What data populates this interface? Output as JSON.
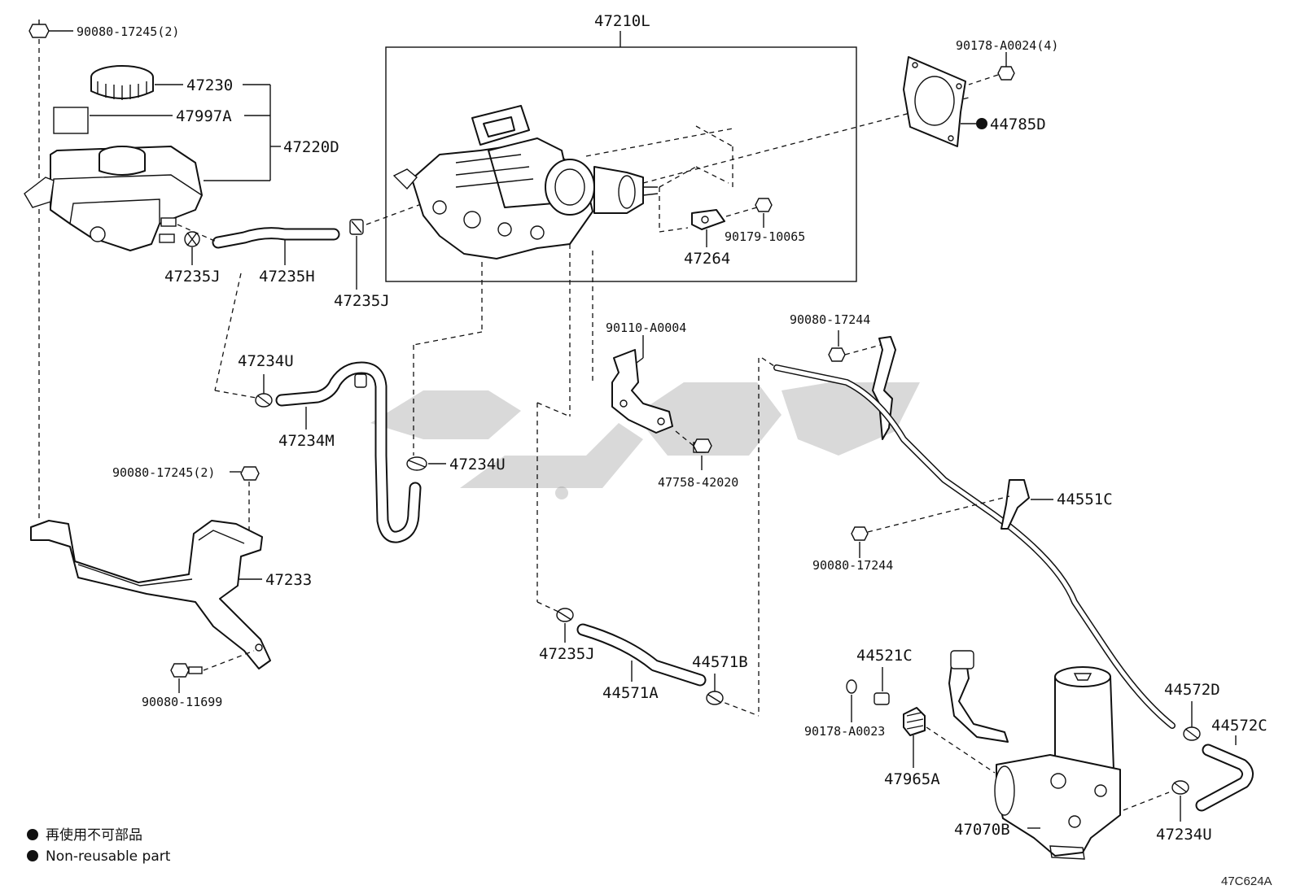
{
  "diagram": {
    "labels": {
      "bolt_top": "90080-17245(2)",
      "cap": "47230",
      "label_plate": "47997A",
      "reservoir_sub": "47220D",
      "clip_left": "47235J",
      "hose_h": "47235H",
      "clip_mid": "47235J",
      "actuator_box": "47210L",
      "nut_4": "90178-A0024(4)",
      "gasket": "44785D",
      "bracket_47264": "47264",
      "nut_10065": "90179-10065",
      "clip_234u_upper": "47234U",
      "hose_234m": "47234M",
      "clip_234u_mid": "47234U",
      "bolt_a0004": "90110-A0004",
      "bolt_42020": "47758-42020",
      "nut_17244_upper": "90080-17244",
      "tube_44551c": "44551C",
      "nut_17244_lower": "90080-17244",
      "bolt_bracket": "90080-17245(2)",
      "bracket_47233": "47233",
      "bolt_11699": "90080-11699",
      "clip_235j_lower": "47235J",
      "hose_44571a": "44571A",
      "clip_44571b": "44571B",
      "bolt_44521c": "44521C",
      "nut_a0023": "90178-A0023",
      "damper_47965a": "47965A",
      "pump_47070b": "47070B",
      "clip_44572d": "44572D",
      "hose_44572c": "44572C",
      "clip_234u_lower": "47234U"
    },
    "legend": {
      "line1": "再使用不可部品",
      "line2": "Non-reusable part"
    },
    "reference_code": "47C624A",
    "non_reusable_marker": "44785D"
  }
}
